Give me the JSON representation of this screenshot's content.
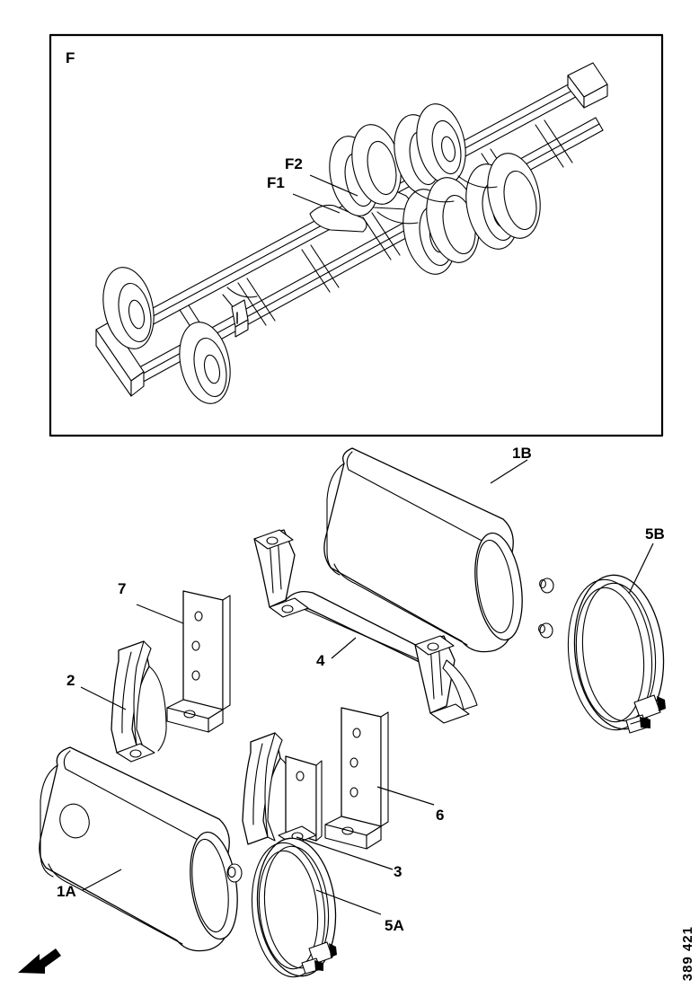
{
  "sheet": {
    "drawing_number": "389 421",
    "direction_arrow": "forward-direction-arrow"
  },
  "inset": {
    "label": "F",
    "callouts": [
      {
        "id": "F1",
        "text": "F1"
      },
      {
        "id": "F2",
        "text": "F2"
      }
    ],
    "subject": "truck-chassis-frame-with-wheels"
  },
  "exploded_view": {
    "callouts": [
      {
        "id": "1A",
        "text": "1A",
        "part": "air-tank-lower"
      },
      {
        "id": "1B",
        "text": "1B",
        "part": "air-tank-upper"
      },
      {
        "id": "2",
        "text": "2",
        "part": "tank-saddle-bracket-left"
      },
      {
        "id": "3",
        "text": "3",
        "part": "tank-saddle-bracket-right"
      },
      {
        "id": "4",
        "text": "4",
        "part": "tank-mounting-rail"
      },
      {
        "id": "5A",
        "text": "5A",
        "part": "tank-retaining-strap-lower"
      },
      {
        "id": "5B",
        "text": "5B",
        "part": "tank-retaining-strap-upper"
      },
      {
        "id": "6",
        "text": "6",
        "part": "angle-bracket-right"
      },
      {
        "id": "7",
        "text": "7",
        "part": "angle-bracket-left"
      }
    ]
  },
  "colors": {
    "line": "#000000",
    "background": "#ffffff"
  }
}
